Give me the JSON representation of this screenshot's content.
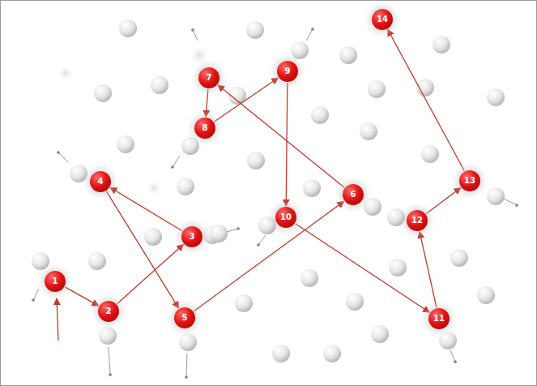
{
  "diagram": {
    "nodes": [
      {
        "text": [
          "1"
        ]
      },
      {
        "text": [
          "2"
        ]
      },
      {
        "text": [
          "3"
        ]
      },
      {
        "text": [
          "4"
        ]
      },
      {
        "text": [
          "5"
        ]
      },
      {
        "text": [
          "6"
        ]
      },
      {
        "text": [
          "7"
        ]
      },
      {
        "text": [
          "8"
        ]
      },
      {
        "text": [
          "9"
        ]
      },
      {
        "text": [
          "10"
        ]
      },
      {
        "text": [
          "11"
        ]
      },
      {
        "text": [
          "12"
        ]
      },
      {
        "text": [
          "13"
        ]
      },
      {
        "text": [
          "14"
        ]
      }
    ],
    "edges": [
      {
        "from": 0,
        "to": 1,
        "arrow": "to"
      },
      {
        "from": 1,
        "to": 2,
        "arrow": "to"
      },
      {
        "from": 2,
        "to": 3,
        "arrow": "to"
      },
      {
        "from": 3,
        "to": 4,
        "arrow": "to"
      },
      {
        "from": 4,
        "to": 5,
        "arrow": "to"
      },
      {
        "from": 5,
        "to": 6,
        "arrow": "to"
      },
      {
        "from": 6,
        "to": 7,
        "arrow": "to"
      },
      {
        "from": 7,
        "to": 8,
        "arrow": "to"
      },
      {
        "from": 8,
        "to": 9,
        "arrow": "to"
      },
      {
        "from": 9,
        "to": 10,
        "arrow": "to"
      },
      {
        "from": 10,
        "to": 11,
        "arrow": "to"
      },
      {
        "from": 11,
        "to": 12,
        "arrow": "to"
      },
      {
        "from": 12,
        "to": 13,
        "arrow": "to"
      }
    ]
  }
}
